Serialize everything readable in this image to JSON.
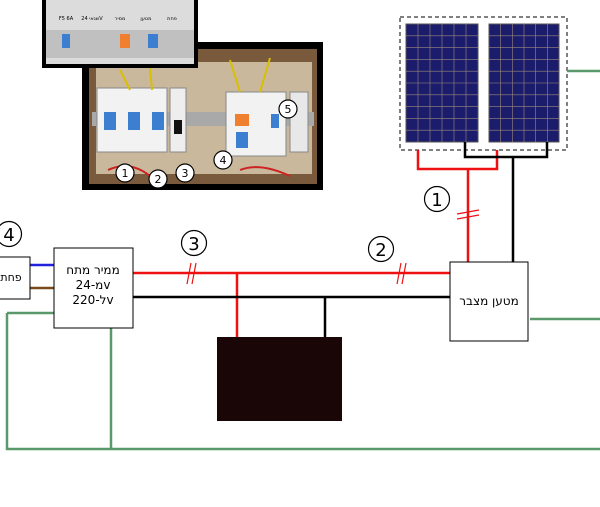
{
  "components": {
    "inverter": {
      "line1": "ממיר מתח",
      "line2": "מ-24v",
      "line3": "ל-220v"
    },
    "charge_controller": {
      "label": "מטען מצבר"
    },
    "left_box": {
      "label": "פחת"
    }
  },
  "markers": {
    "m1": "1",
    "m2": "2",
    "m3": "3",
    "m4": "4"
  },
  "photo": {
    "callouts": [
      "1",
      "2",
      "3",
      "4",
      "5"
    ],
    "label_strip": [
      "F5 6A",
      "שנאי 24V",
      "ממיר",
      "מטען",
      "פחת"
    ]
  },
  "colors": {
    "positive_wire": "#ee1111",
    "negative_wire": "#000000",
    "ground_wire": "#5a9a6a",
    "phase_wire": "#2222dd",
    "neutral_wire": "#7a4a1a",
    "battery": "#1a0606",
    "solar_cell": "#1c1c6c"
  }
}
